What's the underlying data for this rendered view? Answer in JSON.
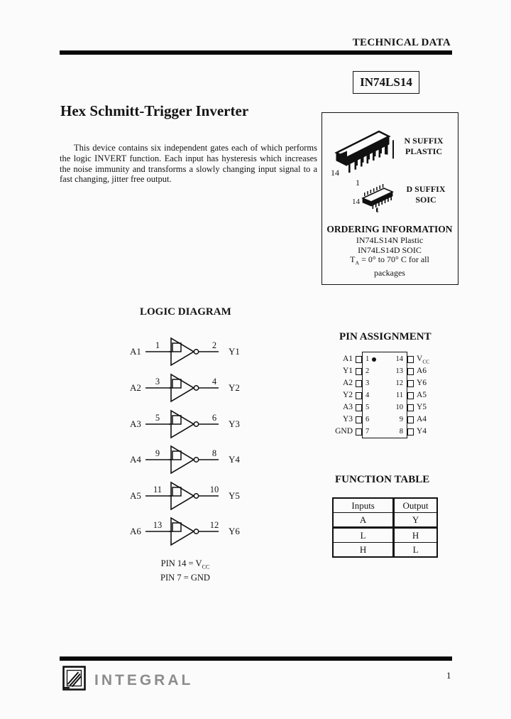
{
  "colors": {
    "ink": "#141414",
    "brand_gray": "#8c8c8c",
    "page_bg": "#fbfbfb"
  },
  "header": {
    "label": "TECHNICAL DATA"
  },
  "part_number": "IN74LS14",
  "title": "Hex Schmitt-Trigger Inverter",
  "description": "This device contains six independent gates each of which performs the logic INVERT function. Each input has hysteresis which increases the noise immunity and transforms a slowly changing input signal to a fast changing, jitter free output.",
  "package_box": {
    "dip": {
      "label_line1": "N SUFFIX",
      "label_line2": "PLASTIC",
      "pin14": "14",
      "pin1": "1"
    },
    "soic": {
      "label_line1": "D SUFFIX",
      "label_line2": "SOIC",
      "pin14": "14",
      "pin1": "1"
    },
    "ordering": {
      "heading": "ORDERING INFORMATION",
      "line1": "IN74LS14N Plastic",
      "line2": "IN74LS14D SOIC",
      "temp_prefix": "T",
      "temp_sub": "A",
      "temp_rest": " = 0° to 70° C for all",
      "line4": "packages"
    }
  },
  "logic_diagram": {
    "heading": "LOGIC DIAGRAM",
    "gates": [
      {
        "input": "A1",
        "in_pin": "1",
        "out_pin": "2",
        "output": "Y1"
      },
      {
        "input": "A2",
        "in_pin": "3",
        "out_pin": "4",
        "output": "Y2"
      },
      {
        "input": "A3",
        "in_pin": "5",
        "out_pin": "6",
        "output": "Y3"
      },
      {
        "input": "A4",
        "in_pin": "9",
        "out_pin": "8",
        "output": "Y4"
      },
      {
        "input": "A5",
        "in_pin": "11",
        "out_pin": "10",
        "output": "Y5"
      },
      {
        "input": "A6",
        "in_pin": "13",
        "out_pin": "12",
        "output": "Y6"
      }
    ],
    "note1_prefix": "PIN 14 = V",
    "note1_sub": "CC",
    "note2": "PIN 7 = GND"
  },
  "pin_assignment": {
    "heading": "PIN ASSIGNMENT",
    "left": [
      {
        "label": "A1",
        "num": "1"
      },
      {
        "label": "Y1",
        "num": "2"
      },
      {
        "label": "A2",
        "num": "3"
      },
      {
        "label": "Y2",
        "num": "4"
      },
      {
        "label": "A3",
        "num": "5"
      },
      {
        "label": "Y3",
        "num": "6"
      },
      {
        "label": "GND",
        "num": "7"
      }
    ],
    "right": [
      {
        "label": "V",
        "sub": "CC",
        "num": "14"
      },
      {
        "label": "A6",
        "num": "13"
      },
      {
        "label": "Y6",
        "num": "12"
      },
      {
        "label": "A5",
        "num": "11"
      },
      {
        "label": "Y5",
        "num": "10"
      },
      {
        "label": "A4",
        "num": "9"
      },
      {
        "label": "Y4",
        "num": "8"
      }
    ]
  },
  "function_table": {
    "heading": "FUNCTION TABLE",
    "columns": [
      "Inputs",
      "Output"
    ],
    "rows": [
      [
        "A",
        "Y"
      ],
      [
        "L",
        "H"
      ],
      [
        "H",
        "L"
      ]
    ]
  },
  "footer": {
    "brand": "INTEGRAL",
    "page": "1"
  }
}
